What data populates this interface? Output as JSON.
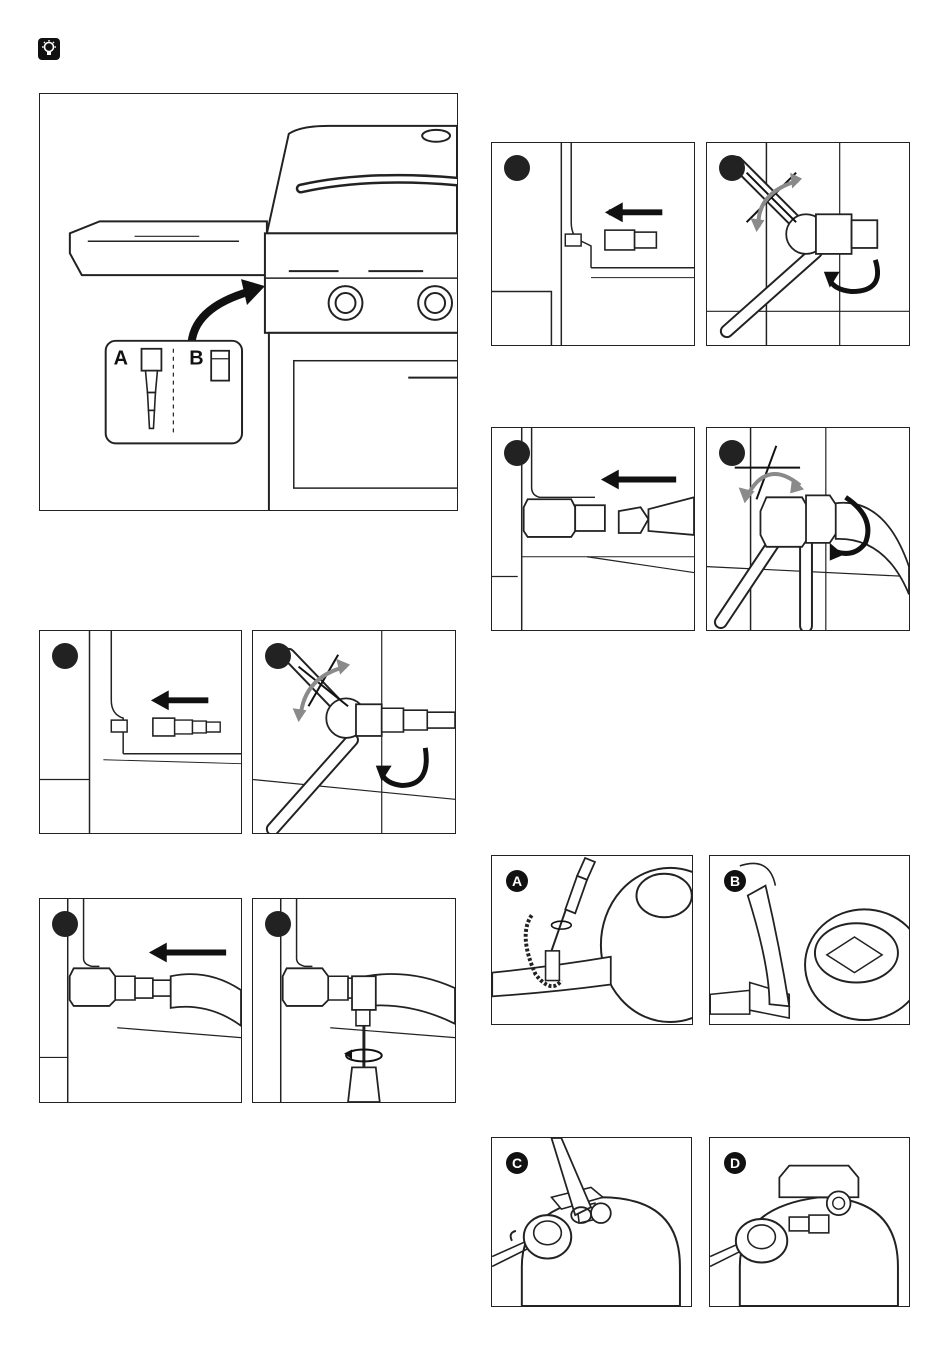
{
  "tip_icon": "lightbulb-icon",
  "overview": {
    "label_a": "A",
    "label_b": "B"
  },
  "connection_figures": {
    "badge_a": "A",
    "badge_b": "B",
    "badge_c": "C",
    "badge_d": "D"
  },
  "colors": {
    "line": "#222222",
    "arrow": "#111111",
    "gray_arrow": "#8a8a8a",
    "badge": "#111111"
  }
}
